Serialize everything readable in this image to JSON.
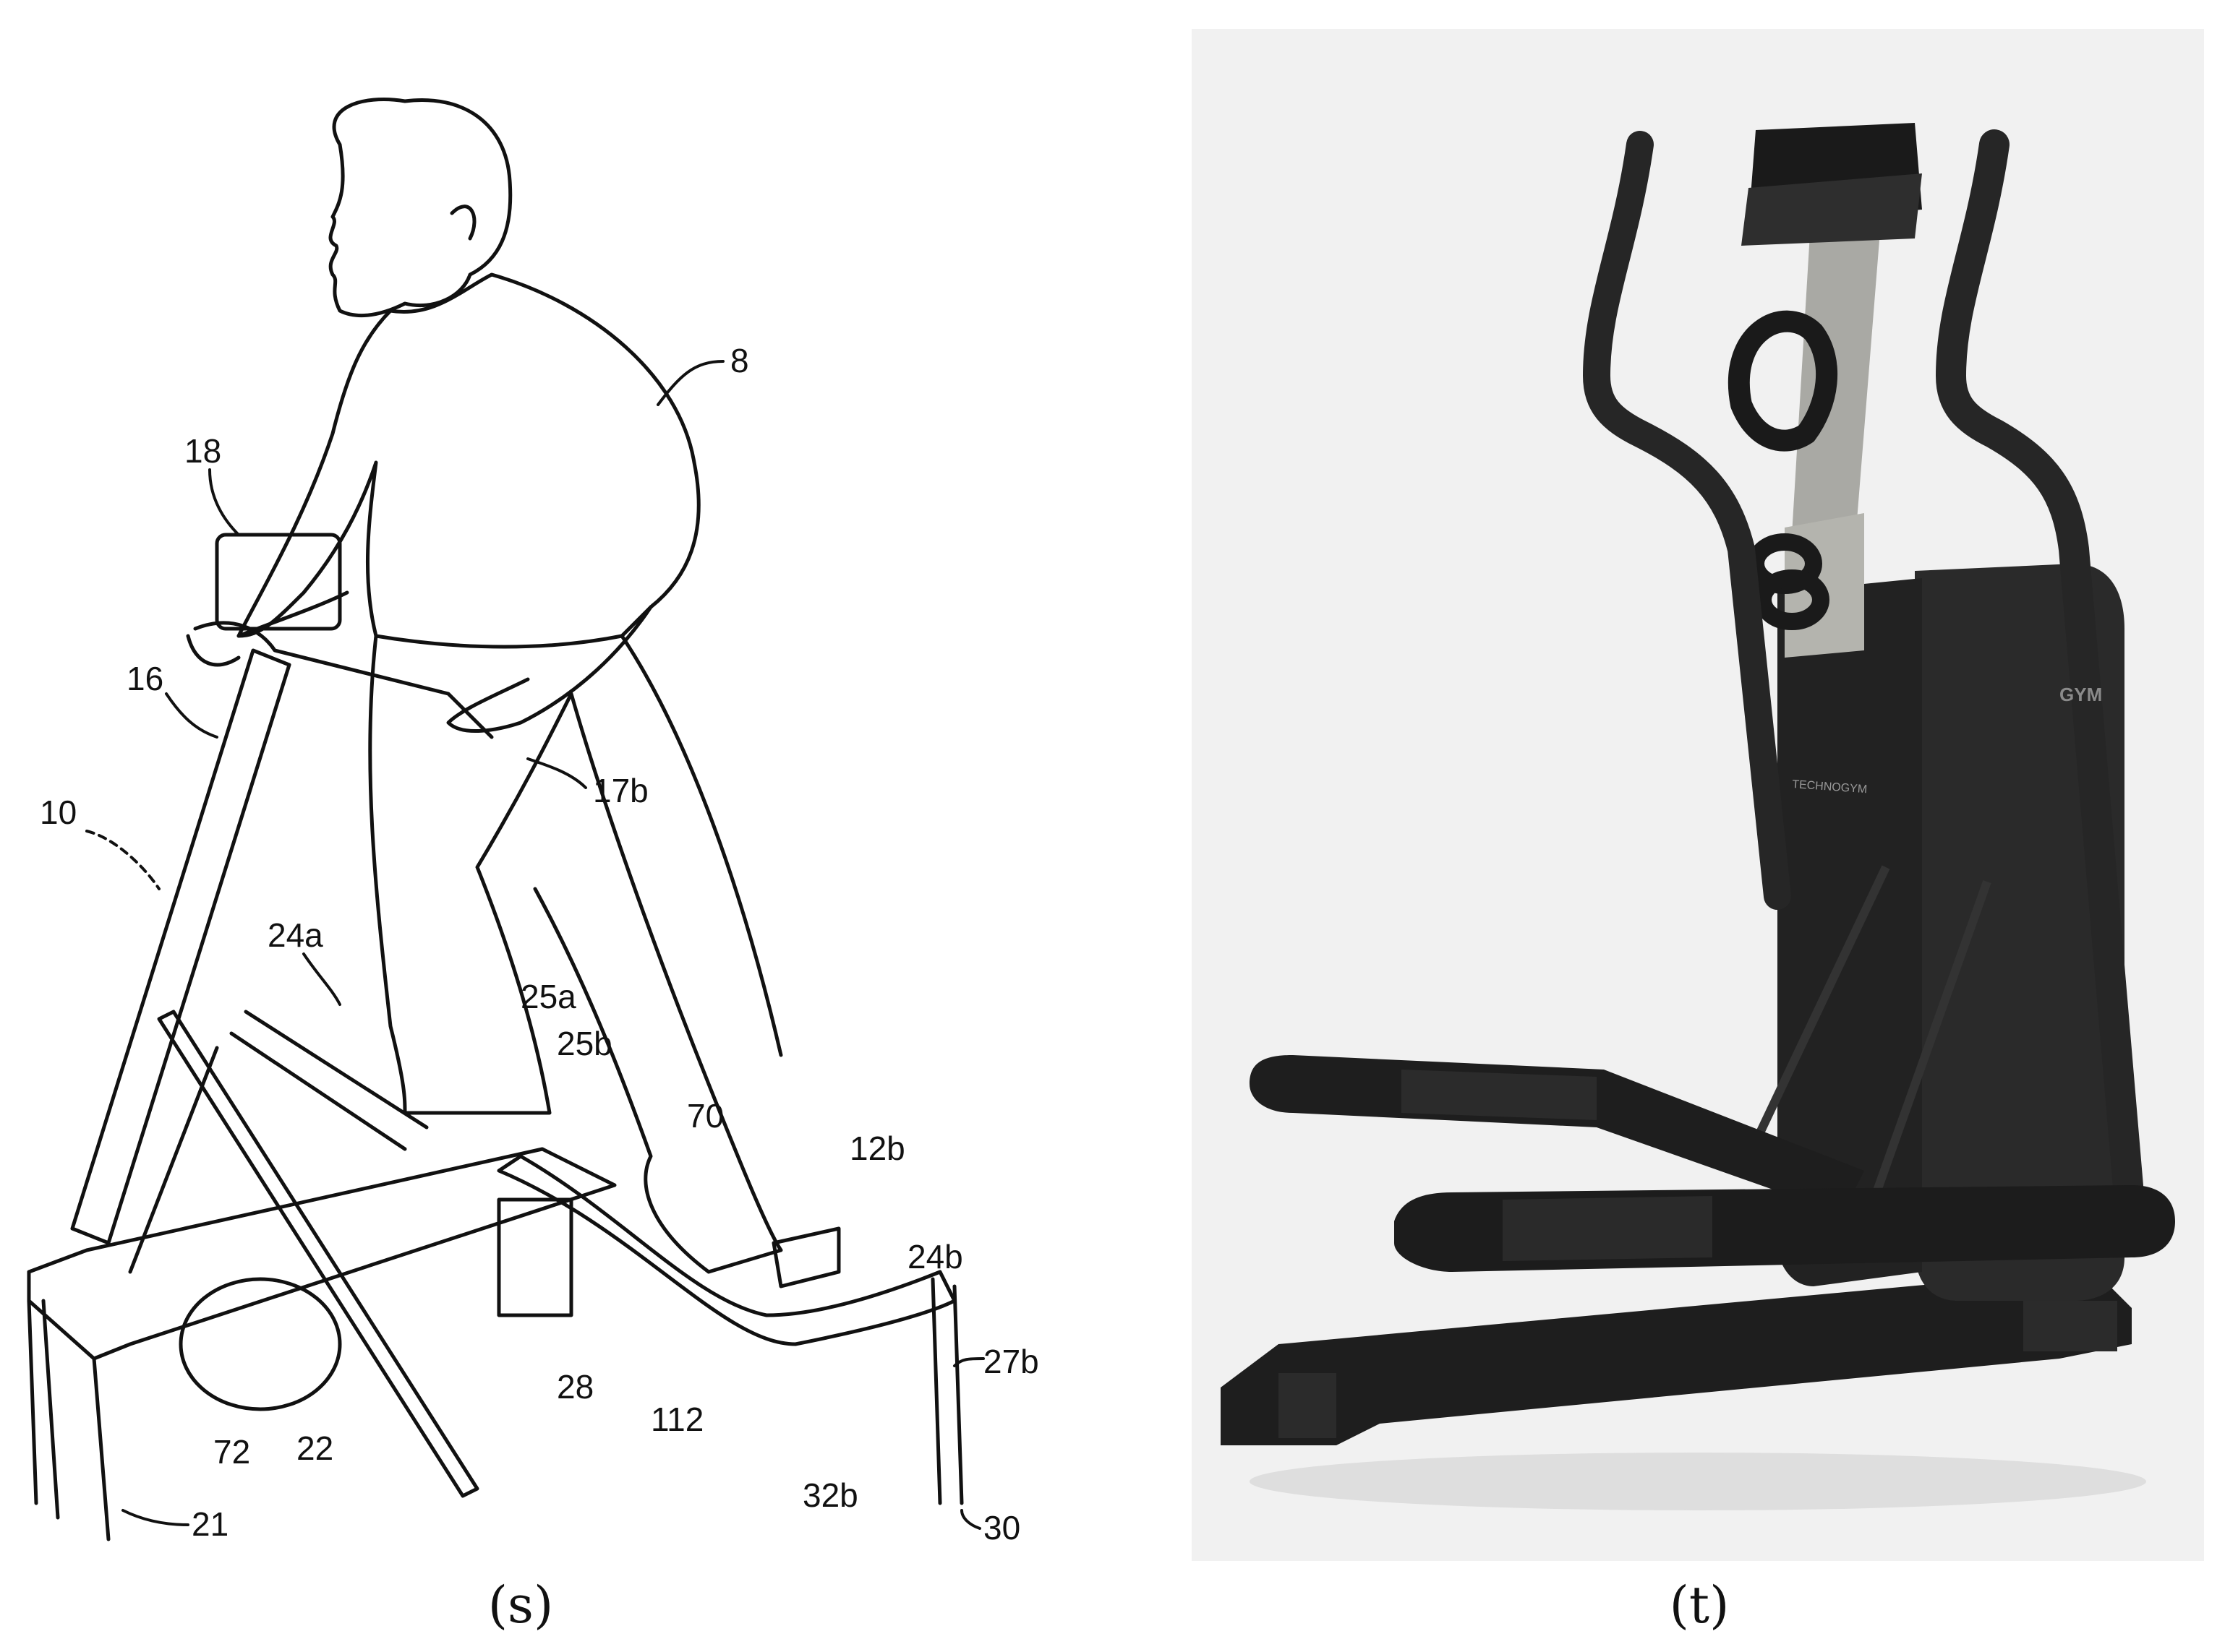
{
  "panels": [
    {
      "id": "s",
      "caption": "(s)",
      "labels": [
        "8",
        "18",
        "16",
        "10",
        "17b",
        "24a",
        "25a",
        "25b",
        "70",
        "12b",
        "24b",
        "27b",
        "28",
        "112",
        "72",
        "22",
        "21",
        "32b",
        "30"
      ]
    },
    {
      "id": "t",
      "caption": "(t)",
      "logo_text": "GYM",
      "brand_text": "TECHNOGYM"
    }
  ],
  "colors": {
    "line_art": "#111111",
    "photo_background": "#f1f1f1",
    "machine_body": "#2a2a2a",
    "machine_dark": "#1a1a1a",
    "machine_silver": "#a9a9a4"
  }
}
